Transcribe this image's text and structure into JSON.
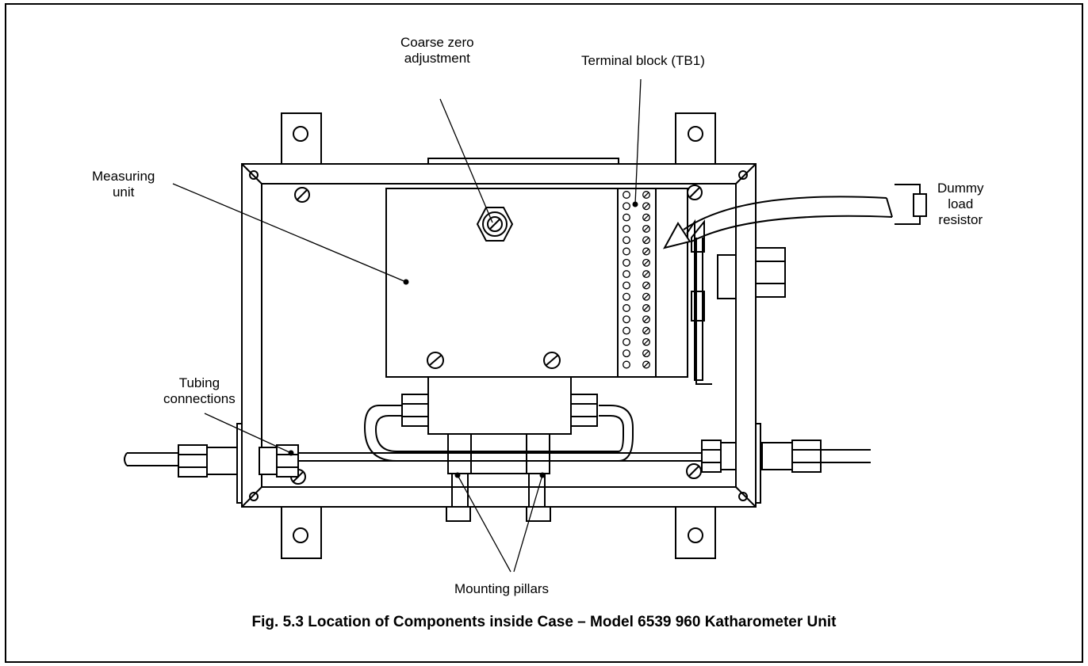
{
  "labels": {
    "coarse_zero": [
      "Coarse zero",
      "adjustment"
    ],
    "terminal_block": "Terminal block (TB1)",
    "measuring_unit": [
      "Measuring",
      "unit"
    ],
    "dummy_load": [
      "Dummy",
      "load",
      "resistor"
    ],
    "tubing": [
      "Tubing",
      "connections"
    ],
    "mounting_pillars": "Mounting pillars"
  },
  "caption": "Fig. 5.3 Location of Components inside Case – Model 6539 960 Katharometer Unit",
  "colors": {
    "line": "#000000",
    "background": "#ffffff"
  }
}
